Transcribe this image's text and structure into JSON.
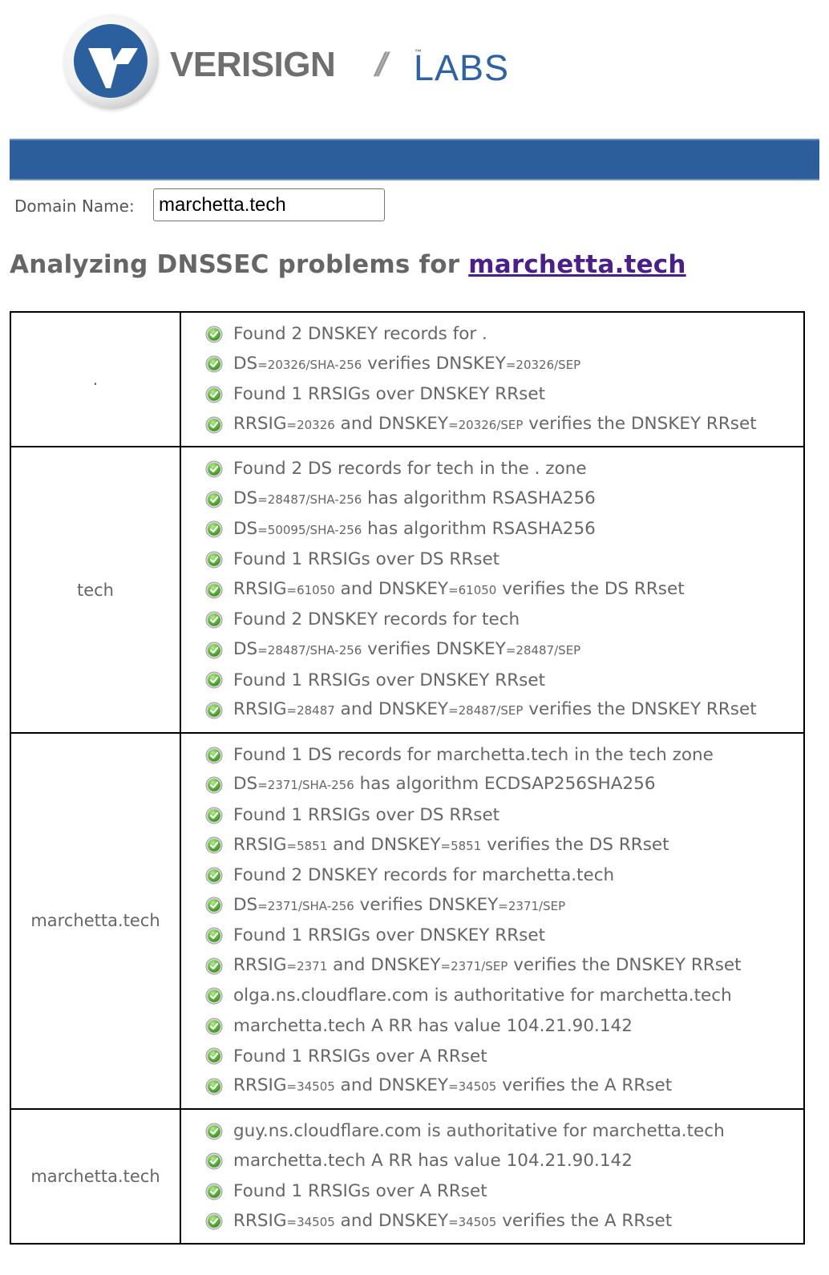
{
  "header": {
    "logo": {
      "brand": "VERISIGN",
      "trademark": "™",
      "separator": "//",
      "suffix": "LABS",
      "brand_color": "#2c5e9c"
    }
  },
  "form": {
    "label": "Domain Name:",
    "input_value": "marchetta.tech"
  },
  "heading": {
    "prefix": "Analyzing DNSSEC problems for ",
    "domain_link": "marchetta.tech"
  },
  "status_icon": "green-check-circle-icon",
  "colors": {
    "accent_bar": "#2c5e9c",
    "link": "#4a1f8a",
    "check_green": "#5fb83a",
    "text": "#666666"
  },
  "results": [
    {
      "zone": ".",
      "checks": [
        [
          {
            "t": "Found 2 DNSKEY records for ."
          }
        ],
        [
          {
            "t": "DS"
          },
          {
            "s": "=20326/SHA-256"
          },
          {
            "t": " verifies DNSKEY"
          },
          {
            "s": "=20326/SEP"
          }
        ],
        [
          {
            "t": "Found 1 RRSIGs over DNSKEY RRset"
          }
        ],
        [
          {
            "t": "RRSIG"
          },
          {
            "s": "=20326"
          },
          {
            "t": " and DNSKEY"
          },
          {
            "s": "=20326/SEP"
          },
          {
            "t": " verifies the DNSKEY RRset"
          }
        ]
      ]
    },
    {
      "zone": "tech",
      "checks": [
        [
          {
            "t": "Found 2 DS records for tech in the . zone"
          }
        ],
        [
          {
            "t": "DS"
          },
          {
            "s": "=28487/SHA-256"
          },
          {
            "t": " has algorithm RSASHA256"
          }
        ],
        [
          {
            "t": "DS"
          },
          {
            "s": "=50095/SHA-256"
          },
          {
            "t": " has algorithm RSASHA256"
          }
        ],
        [
          {
            "t": "Found 1 RRSIGs over DS RRset"
          }
        ],
        [
          {
            "t": "RRSIG"
          },
          {
            "s": "=61050"
          },
          {
            "t": " and DNSKEY"
          },
          {
            "s": "=61050"
          },
          {
            "t": " verifies the DS RRset"
          }
        ],
        [
          {
            "t": "Found 2 DNSKEY records for tech"
          }
        ],
        [
          {
            "t": "DS"
          },
          {
            "s": "=28487/SHA-256"
          },
          {
            "t": " verifies DNSKEY"
          },
          {
            "s": "=28487/SEP"
          }
        ],
        [
          {
            "t": "Found 1 RRSIGs over DNSKEY RRset"
          }
        ],
        [
          {
            "t": "RRSIG"
          },
          {
            "s": "=28487"
          },
          {
            "t": " and DNSKEY"
          },
          {
            "s": "=28487/SEP"
          },
          {
            "t": " verifies the DNSKEY RRset"
          }
        ]
      ]
    },
    {
      "zone": "marchetta.tech",
      "checks": [
        [
          {
            "t": "Found 1 DS records for marchetta.tech in the tech zone"
          }
        ],
        [
          {
            "t": "DS"
          },
          {
            "s": "=2371/SHA-256"
          },
          {
            "t": " has algorithm ECDSAP256SHA256"
          }
        ],
        [
          {
            "t": "Found 1 RRSIGs over DS RRset"
          }
        ],
        [
          {
            "t": "RRSIG"
          },
          {
            "s": "=5851"
          },
          {
            "t": " and DNSKEY"
          },
          {
            "s": "=5851"
          },
          {
            "t": " verifies the DS RRset"
          }
        ],
        [
          {
            "t": "Found 2 DNSKEY records for marchetta.tech"
          }
        ],
        [
          {
            "t": "DS"
          },
          {
            "s": "=2371/SHA-256"
          },
          {
            "t": " verifies DNSKEY"
          },
          {
            "s": "=2371/SEP"
          }
        ],
        [
          {
            "t": "Found 1 RRSIGs over DNSKEY RRset"
          }
        ],
        [
          {
            "t": "RRSIG"
          },
          {
            "s": "=2371"
          },
          {
            "t": " and DNSKEY"
          },
          {
            "s": "=2371/SEP"
          },
          {
            "t": " verifies the DNSKEY RRset"
          }
        ],
        [
          {
            "t": "olga.ns.cloudflare.com is authoritative for marchetta.tech"
          }
        ],
        [
          {
            "t": "marchetta.tech A RR has value 104.21.90.142"
          }
        ],
        [
          {
            "t": "Found 1 RRSIGs over A RRset"
          }
        ],
        [
          {
            "t": "RRSIG"
          },
          {
            "s": "=34505"
          },
          {
            "t": " and DNSKEY"
          },
          {
            "s": "=34505"
          },
          {
            "t": " verifies the A RRset"
          }
        ]
      ]
    },
    {
      "zone": "marchetta.tech",
      "checks": [
        [
          {
            "t": "guy.ns.cloudflare.com is authoritative for marchetta.tech"
          }
        ],
        [
          {
            "t": "marchetta.tech A RR has value 104.21.90.142"
          }
        ],
        [
          {
            "t": "Found 1 RRSIGs over A RRset"
          }
        ],
        [
          {
            "t": "RRSIG"
          },
          {
            "s": "=34505"
          },
          {
            "t": " and DNSKEY"
          },
          {
            "s": "=34505"
          },
          {
            "t": " verifies the A RRset"
          }
        ]
      ]
    }
  ]
}
